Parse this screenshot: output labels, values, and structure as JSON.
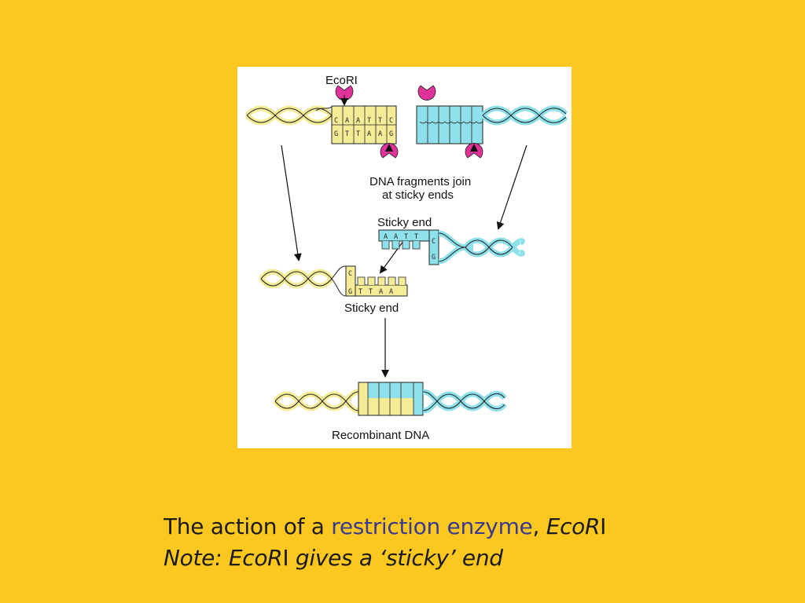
{
  "slide": {
    "background": "#fcc81f",
    "caption_line1": {
      "prefix": "The action of a ",
      "highlight": "restriction enzyme",
      "separator": ", ",
      "enzyme_italic": "EcoR",
      "enzyme_suffix": "I",
      "highlight_color": "#3a3a8c"
    },
    "caption_line2": {
      "note": "Note: ",
      "enzyme_italic": "EcoR",
      "enzyme_suffix": "I",
      "rest": " gives a ‘sticky’ end"
    }
  },
  "figure": {
    "enzyme_label": "EcoRI",
    "join_label_line1": "DNA fragments join",
    "join_label_line2": "at sticky ends",
    "sticky_end_top": "Sticky end",
    "sticky_end_bottom": "Sticky end",
    "recombinant_label": "Recombinant DNA",
    "top_strand_bases": [
      "C",
      "A",
      "A",
      "T",
      "T",
      "C"
    ],
    "bottom_strand_bases": [
      "G",
      "T",
      "T",
      "A",
      "A",
      "G"
    ],
    "right_sticky_bases": [
      "A",
      "A",
      "T",
      "T",
      "C"
    ],
    "right_single_base": "G",
    "left_single_base": "C",
    "left_sticky_bases": [
      "G",
      "T",
      "T",
      "A",
      "A"
    ],
    "colors": {
      "yellow_dna": "#f5ec98",
      "cyan_dna": "#8ee0ea",
      "enzyme": "#e0339a",
      "outline": "#222222"
    },
    "icons": [
      "enzyme-pacman-icon",
      "arrow-icon",
      "double-helix-icon"
    ]
  }
}
